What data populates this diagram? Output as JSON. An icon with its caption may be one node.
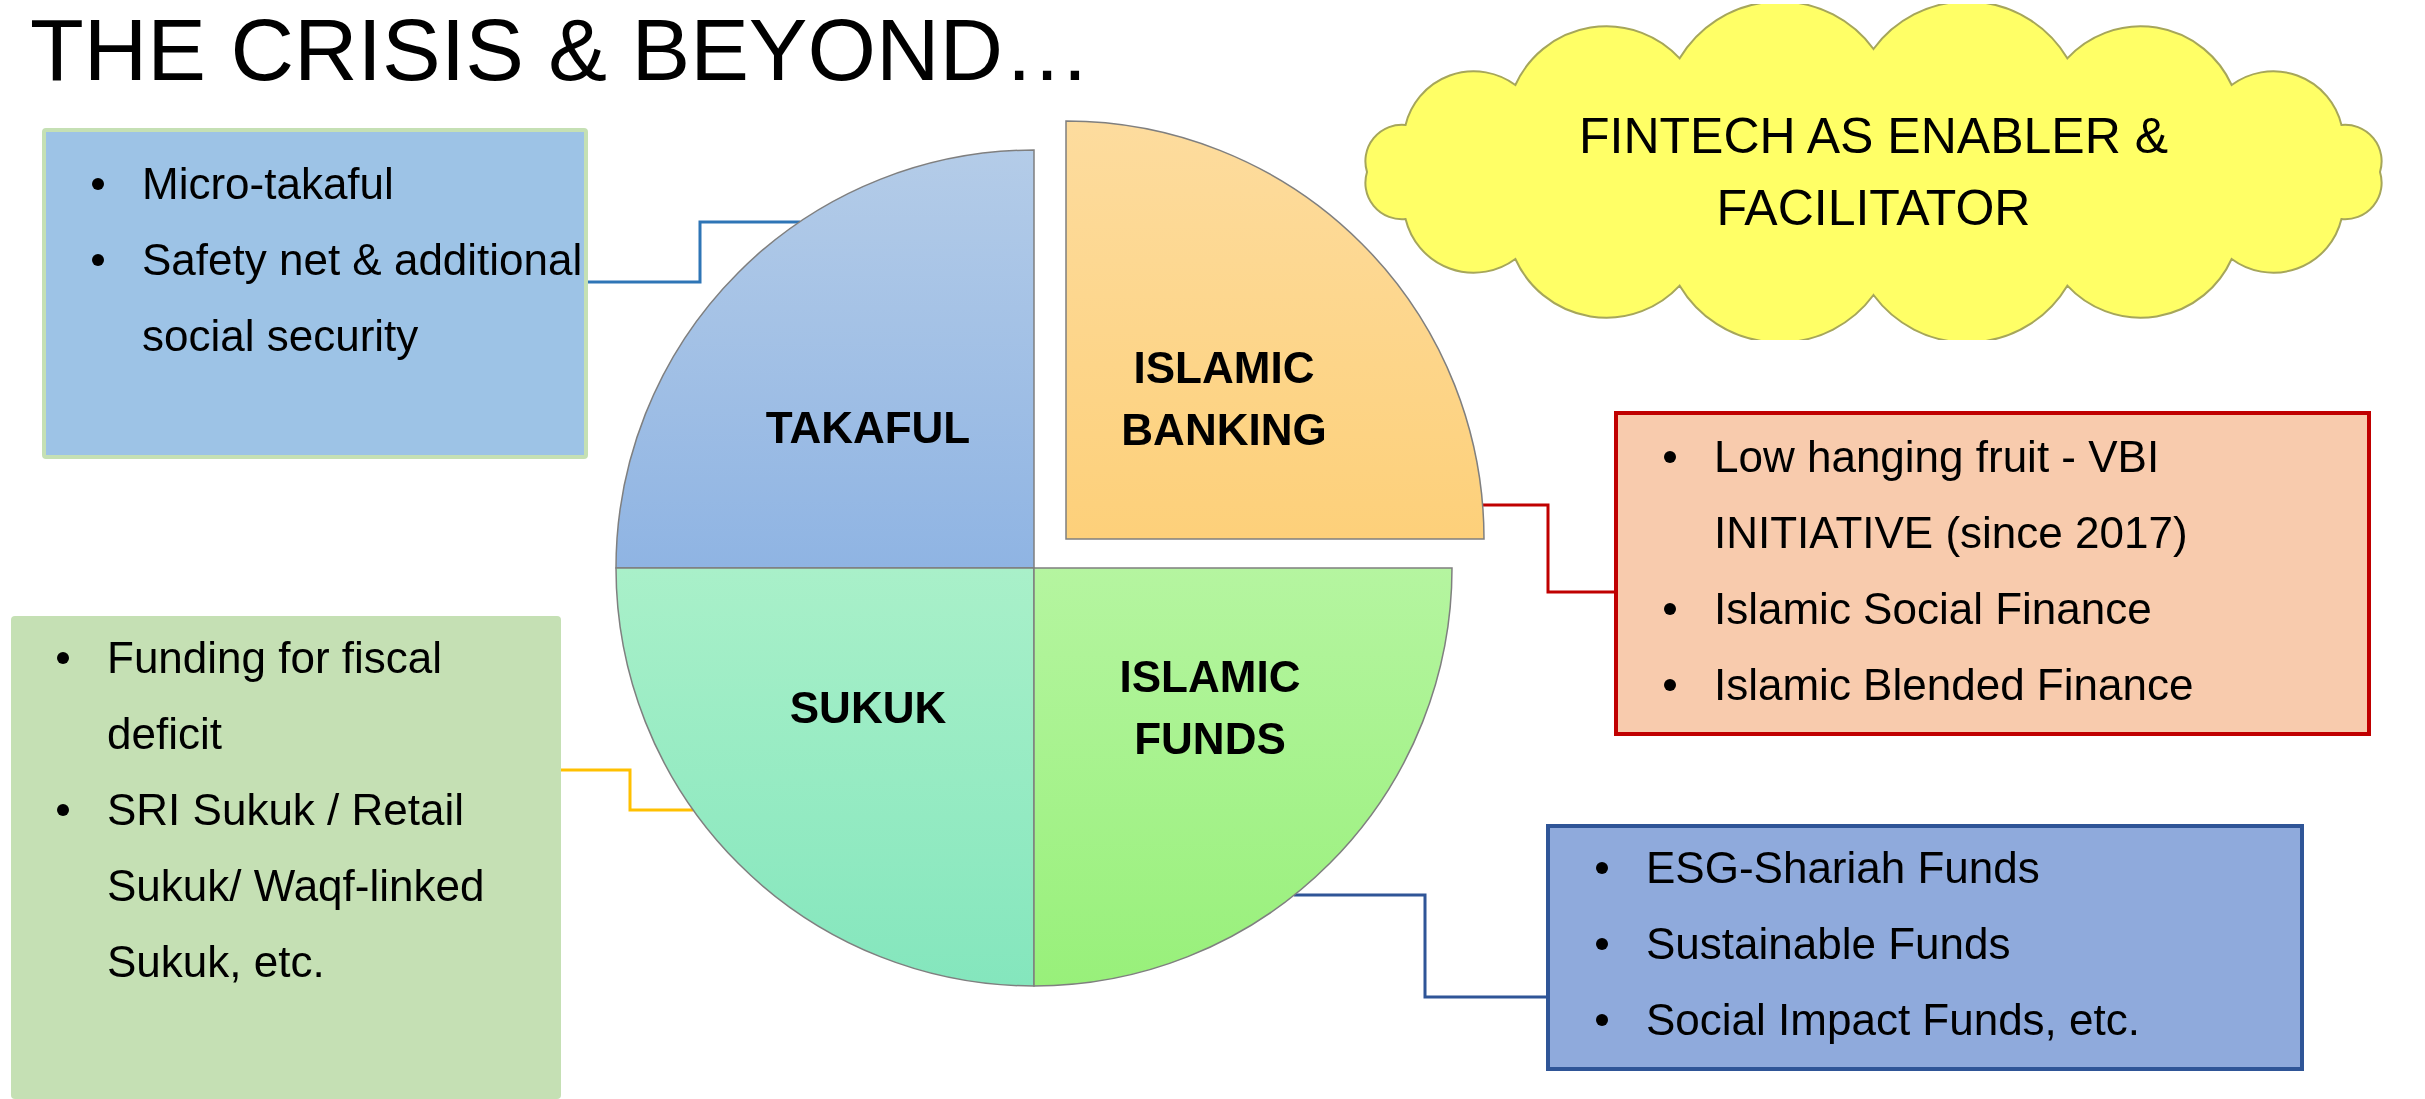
{
  "diagram": {
    "title": "THE CRISIS & BEYOND…",
    "nodes": [
      {
        "text": [
          "Micro-takaful",
          "Safety net & additional social security"
        ]
      },
      {
        "text": [
          "FINTECH AS ENABLER & FACILITATOR"
        ]
      },
      {
        "text": [
          "TAKAFUL"
        ]
      },
      {
        "text": [
          "ISLAMIC BANKING"
        ]
      },
      {
        "text": [
          "Low hanging fruit - VBI INITIATIVE (since 2017)",
          "Islamic Social Finance",
          "Islamic Blended Finance"
        ]
      },
      {
        "text": [
          "Funding for fiscal deficit",
          "SRI Sukuk / Retail Sukuk/ Waqf-linked Sukuk, etc."
        ]
      },
      {
        "text": [
          "SUKUK"
        ]
      },
      {
        "text": [
          "ISLAMIC FUNDS"
        ]
      },
      {
        "text": [
          "ESG-Shariah Funds",
          "Sustainable Funds",
          "Social Impact Funds, etc."
        ]
      }
    ],
    "edges": [
      {
        "from": 0,
        "to": 2,
        "arrow": "none",
        "color": "#2e75b6"
      },
      {
        "from": 3,
        "to": 4,
        "arrow": "none",
        "color": "#c00000"
      },
      {
        "from": 5,
        "to": 6,
        "arrow": "none",
        "color": "#ffc000"
      },
      {
        "from": 7,
        "to": 8,
        "arrow": "none",
        "color": "#2f5597"
      }
    ]
  }
}
